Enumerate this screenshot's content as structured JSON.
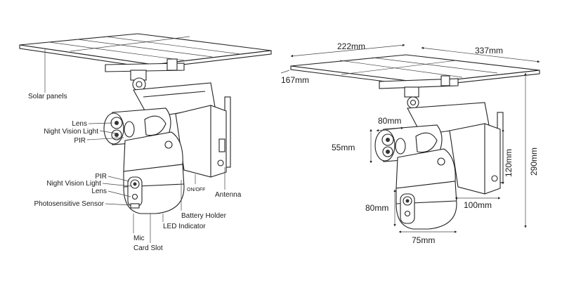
{
  "left_view": {
    "labels": {
      "solar_panels": "Solar panels",
      "lens_top": "Lens",
      "night_vision_top": "Night Vision Light",
      "pir_top": "PIR",
      "pir_bottom": "PIR",
      "night_vision_bottom": "Night Vision Light",
      "lens_bottom": "Lens",
      "photosensitive": "Photosensitive Sensor",
      "mic": "Mic",
      "card_slot": "Card Slot",
      "led_indicator": "LED Indicator",
      "battery_holder": "Battery Holder",
      "on_off": "ON/OFF",
      "antenna": "Antenna"
    }
  },
  "right_view": {
    "dimensions": {
      "panel_width": "222mm",
      "panel_length": "337mm",
      "panel_depth": "167mm",
      "lens_width": "80mm",
      "lens_height": "55mm",
      "body_height": "120mm",
      "total_height": "290mm",
      "arm_length": "100mm",
      "dome_height": "80mm",
      "dome_width": "75mm"
    }
  }
}
